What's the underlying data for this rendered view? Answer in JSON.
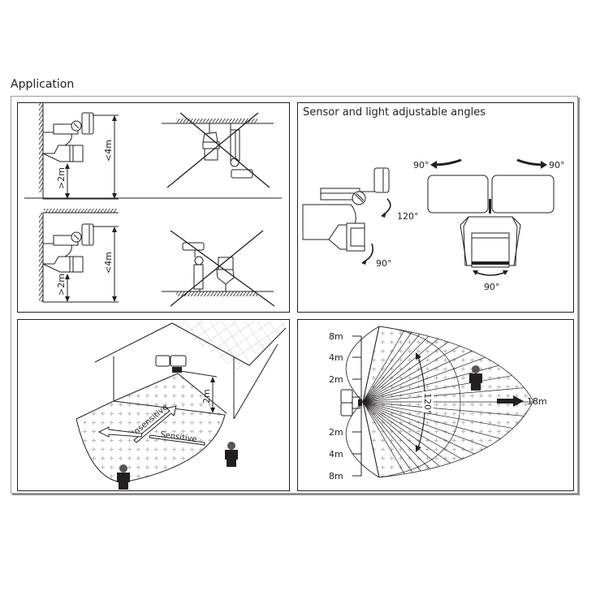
{
  "document": {
    "section_title": "Application"
  },
  "mounting_panel": {
    "row1": {
      "min_height_label": ">2m",
      "max_height_label": "<4m"
    },
    "row2": {
      "min_height_label": ">2m",
      "max_height_label": "<4m"
    }
  },
  "angles_panel": {
    "title": "Sensor and light adjustable angles",
    "head_tilt_label": "120°",
    "sensor_tilt_label": "90°",
    "lamp_left_label": "90°",
    "lamp_right_label": "90°",
    "sensor_swivel_label": "90°"
  },
  "detection_3d_panel": {
    "height_label": "2m",
    "insensitive_label": "Insensitive",
    "sensitive_label": "Sensitive"
  },
  "detection_range_panel": {
    "scale_labels_top": [
      "8m",
      "4m",
      "2m"
    ],
    "scale_labels_bottom": [
      "2m",
      "4m",
      "8m"
    ],
    "angle_label": "120°",
    "range_label": "18m"
  },
  "colors": {
    "ink": "#231f20",
    "hatch": "#b8b8b8",
    "frame_shadow": "#8a8a8a"
  }
}
